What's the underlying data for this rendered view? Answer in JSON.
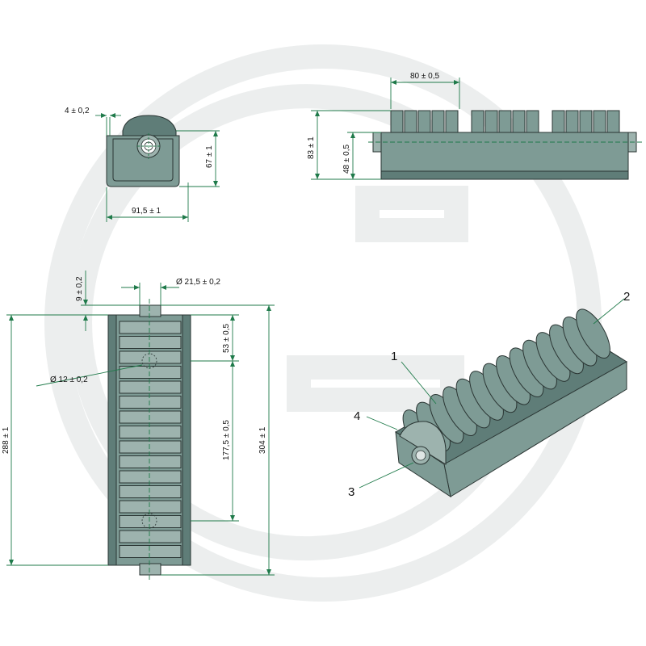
{
  "colors": {
    "part_fill": "#7e9b95",
    "part_fill_dark": "#5f7d78",
    "part_fill_light": "#9db3ae",
    "outline": "#2a3533",
    "dimension_line": "#1f7a4a",
    "watermark": "#eceeee",
    "background": "#ffffff"
  },
  "dimensions": {
    "tab_thickness": "4 ± 0,2",
    "end_height": "67 ± 1",
    "end_width": "91,5 ± 1",
    "roller_pitch": "80 ± 0,5",
    "overall_height": "83 ± 1",
    "body_height": "48 ± 0,5",
    "axle_diameter": "Ø 21,5 ± 0,2",
    "axle_protrusion": "9 ± 0,2",
    "hole_diameter": "Ø 12 ± 0,2",
    "hole_offset": "53 ± 0,5",
    "hole_spacing": "177,5 ± 0,5",
    "body_length": "288 ± 1",
    "overall_length": "304 ± 1"
  },
  "callouts": [
    "1",
    "2",
    "3",
    "4"
  ]
}
